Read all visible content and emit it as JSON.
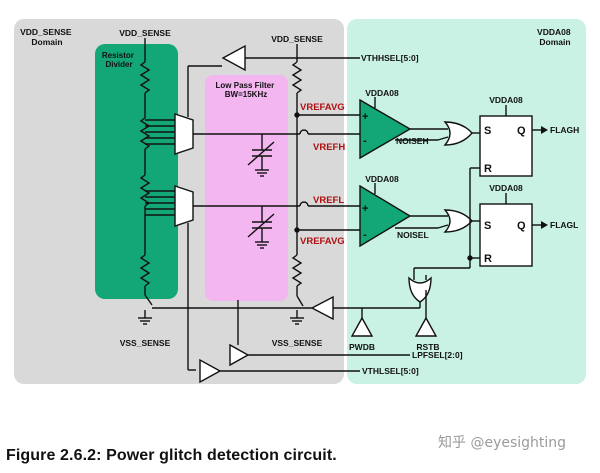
{
  "domains": {
    "vdd_sense": "VDD_SENSE\nDomain",
    "vdda08": "VDDA08\nDomain"
  },
  "blocks": {
    "resistor_divider": "Resistor\nDivider",
    "low_pass_filter": "Low Pass Filter\nBW=15KHz"
  },
  "labels": {
    "vdd_sense_top": "VDD_SENSE",
    "vdd_sense_mid": "VDD_SENSE",
    "vss_sense_left": "VSS_SENSE",
    "vss_sense_right": "VSS_SENSE",
    "vthhsel": "VTHHSEL[5:0]",
    "vthlsel": "VTHLSEL[5:0]",
    "lpfsel": "LPFSEL[2:0]",
    "vrefavg_top": "VREFAVG",
    "vrefh": "VREFH",
    "vrefl": "VREFL",
    "vrefavg_bottom": "VREFAVG",
    "vdda08_cmp_top": "VDDA08",
    "vdda08_cmp_bottom": "VDDA08",
    "vdda08_ff_top": "VDDA08",
    "vdda08_ff_bottom": "VDDA08",
    "noiseh": "NOISEH",
    "noisel": "NOISEL",
    "flagh": "FLAGH",
    "flagl": "FLAGL",
    "pwdb": "PWDB",
    "rstb": "RSTB",
    "ff_s": "S",
    "ff_q": "Q",
    "ff_r": "R",
    "plus": "+",
    "minus": "-"
  },
  "caption": "Figure 2.6.2: Power glitch detection circuit.",
  "watermark": "知乎 @eyesighting"
}
